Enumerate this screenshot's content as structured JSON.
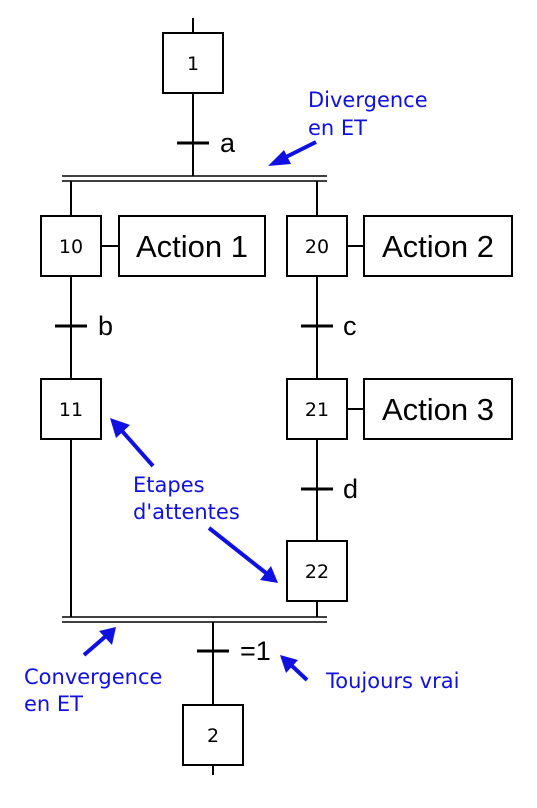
{
  "steps": {
    "s1": "1",
    "s10": "10",
    "s20": "20",
    "s11": "11",
    "s21": "21",
    "s22": "22",
    "s2": "2"
  },
  "actions": {
    "a10": "Action 1",
    "a20": "Action 2",
    "a21": "Action 3"
  },
  "transitions": {
    "t_a": "a",
    "t_b": "b",
    "t_c": "c",
    "t_d": "d",
    "t_always": "=1"
  },
  "annotations": {
    "divergence_line1": "Divergence",
    "divergence_line2": "en ET",
    "waiting_line1": "Etapes",
    "waiting_line2": "d'attentes",
    "convergence_line1": "Convergence",
    "convergence_line2": "en ET",
    "always_true": "Toujours vrai"
  },
  "colors": {
    "annotation": "#1010e0",
    "lines": "#000000"
  }
}
